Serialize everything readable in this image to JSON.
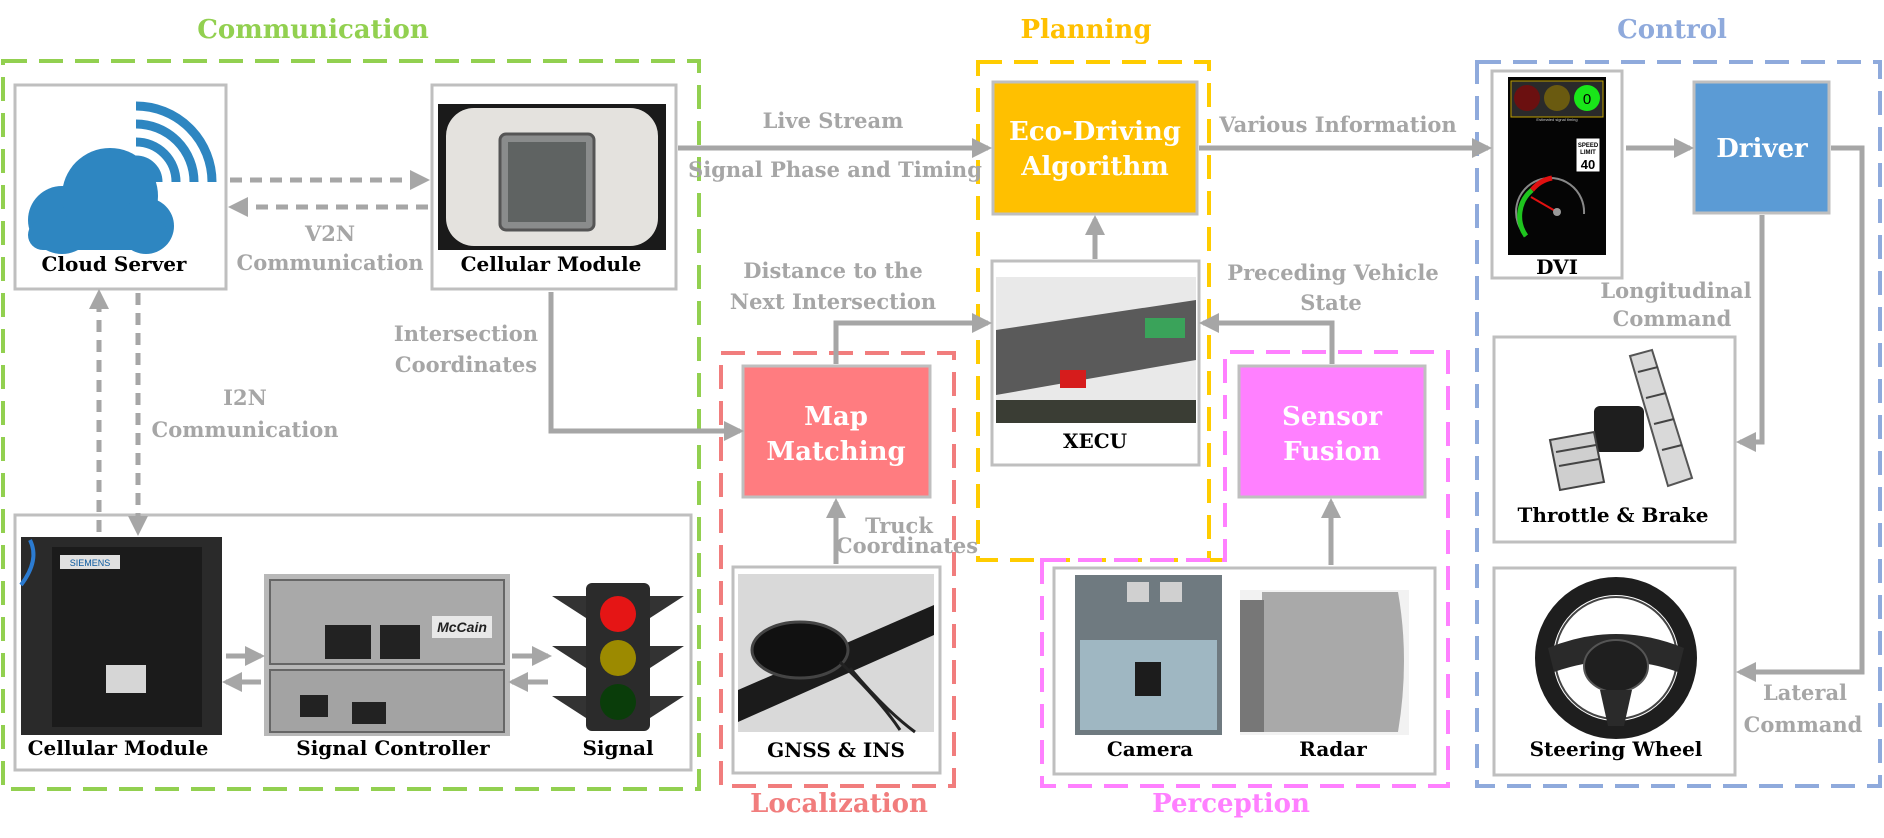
{
  "groups": {
    "communication": "Communication",
    "planning": "Planning",
    "control": "Control",
    "localization": "Localization",
    "perception": "Perception"
  },
  "blocks": {
    "eco_driving_line1": "Eco-Driving",
    "eco_driving_line2": "Algorithm",
    "driver": "Driver",
    "map_matching_line1": "Map",
    "map_matching_line2": "Matching",
    "sensor_fusion_line1": "Sensor",
    "sensor_fusion_line2": "Fusion"
  },
  "components": {
    "cloud_server": "Cloud Server",
    "cellular_module_top": "Cellular Module",
    "cellular_module_bottom": "Cellular Module",
    "signal_controller": "Signal Controller",
    "signal": "Signal",
    "xecu": "XECU",
    "gnss_ins": "GNSS & INS",
    "camera": "Camera",
    "radar": "Radar",
    "dvi": "DVI",
    "throttle_brake": "Throttle & Brake",
    "steering_wheel": "Steering Wheel"
  },
  "edges": {
    "v2n_line1": "V2N",
    "v2n_line2": "Communication",
    "i2n_line1": "I2N",
    "i2n_line2": "Communication",
    "live_stream": "Live Stream",
    "spat": "Signal Phase and Timing",
    "intersection_line1": "Intersection",
    "intersection_line2": "Coordinates",
    "distance_line1": "Distance to the",
    "distance_line2": "Next Intersection",
    "truck_line1": "Truck",
    "truck_line2": "Coordinates",
    "various_information": "Various Information",
    "preceding_line1": "Preceding Vehicle",
    "preceding_line2": "State",
    "longitudinal_line1": "Longitudinal",
    "longitudinal_line2": "Command",
    "lateral_line1": "Lateral",
    "lateral_line2": "Command"
  },
  "dvi_screen": {
    "green_light_value": "0",
    "caption": "Estimated signal timing",
    "speed_limit_line1": "SPEED",
    "speed_limit_line2": "LIMIT",
    "speed_limit_value": "40"
  },
  "product_labels": {
    "mccain": "McCain",
    "siemens": "SIEMENS"
  },
  "colors": {
    "communication": "#92d050",
    "planning": "#ffcc00",
    "control": "#8faadc",
    "localization": "#f17d7d",
    "perception": "#ff80ff",
    "eco_block": "#ffc000",
    "driver_block": "#5b9bd5",
    "map_block": "#ff7c80",
    "sensor_block": "#ff80ff",
    "arrow": "#a6a6a6",
    "cloud": "#2e86c1"
  },
  "icons": [
    "cloud-icon",
    "wifi-icon",
    "traffic-light-icon",
    "steering-wheel-icon",
    "pedal-icon",
    "dvi-gauge-icon"
  ]
}
